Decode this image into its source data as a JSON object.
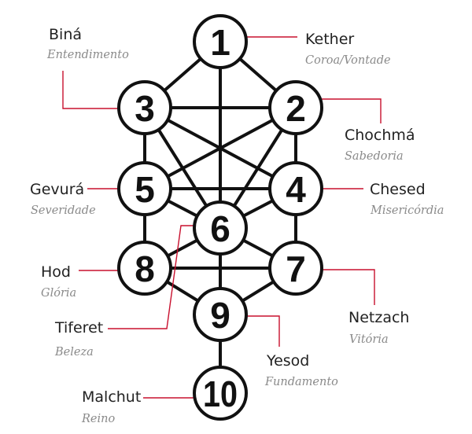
{
  "colors": {
    "line": "#111111",
    "node_fill": "#ffffff",
    "leader": "#c8102e",
    "name_text": "#222222",
    "subtitle_text": "#8a8a8a"
  },
  "nodes": [
    {
      "id": "1",
      "number": "1",
      "name": "Kether",
      "meaning": "Coroa/Vontade"
    },
    {
      "id": "2",
      "number": "2",
      "name": "Chochmá",
      "meaning": "Sabedoria"
    },
    {
      "id": "3",
      "number": "3",
      "name": "Biná",
      "meaning": "Entendimento"
    },
    {
      "id": "4",
      "number": "4",
      "name": "Chesed",
      "meaning": "Misericórdia"
    },
    {
      "id": "5",
      "number": "5",
      "name": "Gevurá",
      "meaning": "Severidade"
    },
    {
      "id": "6",
      "number": "6",
      "name": "Tiferet",
      "meaning": "Beleza"
    },
    {
      "id": "7",
      "number": "7",
      "name": "Netzach",
      "meaning": "Vitória"
    },
    {
      "id": "8",
      "number": "8",
      "name": "Hod",
      "meaning": "Glória"
    },
    {
      "id": "9",
      "number": "9",
      "name": "Yesod",
      "meaning": "Fundamento"
    },
    {
      "id": "10",
      "number": "10",
      "name": "Malchut",
      "meaning": "Reino"
    }
  ],
  "edges": [
    [
      "1",
      "2"
    ],
    [
      "1",
      "3"
    ],
    [
      "1",
      "6"
    ],
    [
      "2",
      "3"
    ],
    [
      "2",
      "4"
    ],
    [
      "2",
      "5"
    ],
    [
      "2",
      "6"
    ],
    [
      "3",
      "4"
    ],
    [
      "3",
      "5"
    ],
    [
      "3",
      "6"
    ],
    [
      "4",
      "5"
    ],
    [
      "4",
      "6"
    ],
    [
      "4",
      "7"
    ],
    [
      "5",
      "6"
    ],
    [
      "5",
      "8"
    ],
    [
      "6",
      "7"
    ],
    [
      "6",
      "8"
    ],
    [
      "6",
      "9"
    ],
    [
      "7",
      "8"
    ],
    [
      "7",
      "9"
    ],
    [
      "8",
      "9"
    ],
    [
      "9",
      "10"
    ]
  ]
}
